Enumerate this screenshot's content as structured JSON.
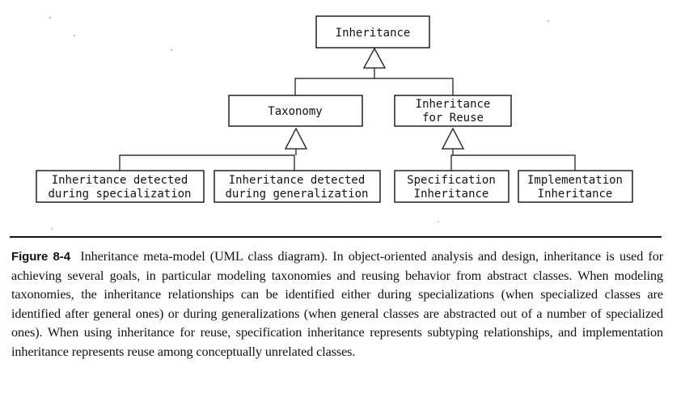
{
  "diagram": {
    "classes": [
      {
        "id": "inheritance",
        "lines": [
          "Inheritance"
        ]
      },
      {
        "id": "taxonomy",
        "lines": [
          "Taxonomy"
        ]
      },
      {
        "id": "inheritance-for-reuse",
        "lines": [
          "Inheritance",
          "for Reuse"
        ]
      },
      {
        "id": "detected-specialization",
        "lines": [
          "Inheritance detected",
          "during specialization"
        ]
      },
      {
        "id": "detected-generalization",
        "lines": [
          "Inheritance detected",
          "during generalization"
        ]
      },
      {
        "id": "specification-inheritance",
        "lines": [
          "Specification",
          "Inheritance"
        ]
      },
      {
        "id": "implementation-inheritance",
        "lines": [
          "Implementation",
          "Inheritance"
        ]
      }
    ],
    "generalizations": [
      {
        "parent": "inheritance",
        "children": [
          "taxonomy",
          "inheritance-for-reuse"
        ]
      },
      {
        "parent": "taxonomy",
        "children": [
          "detected-specialization",
          "detected-generalization"
        ]
      },
      {
        "parent": "inheritance-for-reuse",
        "children": [
          "specification-inheritance",
          "implementation-inheritance"
        ]
      }
    ]
  },
  "caption": {
    "label": "Figure 8-4",
    "text": "Inheritance meta-model (UML class diagram). In object-oriented analysis and design, inheritance is used for achieving several goals, in particular modeling taxonomies and reusing behavior from abstract classes. When modeling taxonomies, the inheritance relationships can be identified either during specializations (when specialized classes are identified after general ones) or during generalizations (when general classes are abstracted out of a number of specialized ones). When using inheritance for reuse, specification inheritance represents subtyping relationships, and implementation inheritance represents reuse among conceptually unrelated classes."
  }
}
